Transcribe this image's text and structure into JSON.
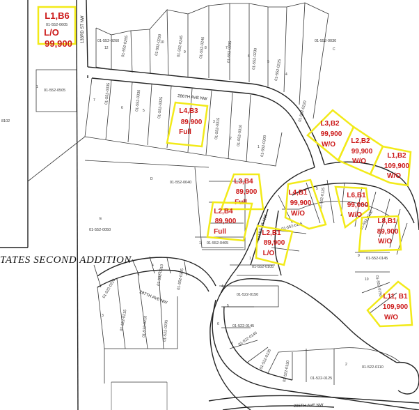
{
  "colors": {
    "highlight_box": "#f2ea18",
    "highlight_text": "#cc1a1a",
    "line": "#222222"
  },
  "streets": {
    "s133": "133RD ST NW",
    "ave286_north": "286TH AVE NW",
    "s131": "131ST ST NW",
    "ave287": "287TH AVE NW",
    "ave286_south": "286TH AVE NW"
  },
  "subdivision_label": "TATES SECOND ADDITION",
  "parcels": {
    "p0605": "01-552-0605",
    "p0260": "01-552-0260",
    "p0255": "01-552-0255",
    "p0250": "01-552-0250",
    "p0245": "01-552-0245",
    "p0240": "01-552-0240",
    "p0235": "01-552-0235",
    "p0230": "01-552-0230",
    "p0225": "01-552-0225",
    "p0030": "01-552-0030",
    "p0505": "01-552-0505",
    "p0335": "01-552-0335",
    "p0330": "01-552-0330",
    "p0325": "01-552-0325",
    "p0315": "01-552-0315",
    "p0310": "01-552-0310",
    "p0300": "01-552-0300",
    "p0220": "01-552-0220",
    "p0040": "01-552-0040",
    "p0050": "01-552-0050",
    "p0405": "01-552-0405",
    "p0105": "01-552-0105",
    "p0115": "01-552-0115",
    "p0125": "01-552-0125",
    "p0130": "01-552-0130",
    "p0145": "01-552-0145",
    "p0150": "01-552-0150",
    "p0310b": "01-552-0310",
    "p0305": "01-552-0305",
    "p0215": "01-522-0215",
    "p0220b": "01-522-0220",
    "p0210": "01-522-0210",
    "p0205": "01-522-0205",
    "p0145b": "01-522-0145",
    "p0140": "01-522-0140",
    "p0135": "01-522-0135",
    "p0130b": "01-522-0130",
    "p0125b": "01-522-0125",
    "p0110": "01-522-0110",
    "p0150b": "01-522-0150",
    "p8102": "8102"
  },
  "lot_numbers": {
    "n12": "12",
    "n11": "11",
    "n10": "10",
    "n9": "9",
    "n8": "8",
    "n7": "7",
    "n6": "6",
    "n5": "5",
    "n4": "4",
    "n3": "3",
    "n2": "2",
    "n1": "1",
    "nC": "C",
    "nD": "D",
    "nE": "E"
  },
  "listings": [
    {
      "lot": "L1,B6",
      "price": "99,900",
      "status": "L/O"
    },
    {
      "lot": "L4,B3",
      "price": "89,900",
      "status": "Full"
    },
    {
      "lot": "L3,B2",
      "price": "99,900",
      "status": "W/O"
    },
    {
      "lot": "L2,B2",
      "price": "99,900",
      "status": "W/O"
    },
    {
      "lot": "L1,B2",
      "price": "109,900",
      "status": "W/O"
    },
    {
      "lot": "L3,B4",
      "price": "89,900",
      "status": "Full"
    },
    {
      "lot": "L2,B4",
      "price": "89,900",
      "status": "Full"
    },
    {
      "lot": "L4,B1",
      "price": "99,900",
      "status": "W/O"
    },
    {
      "lot": "L6,B1",
      "price": "99,000",
      "status": "W/O"
    },
    {
      "lot": "L2,B1",
      "price": "89,900",
      "status": "L/O"
    },
    {
      "lot": "L8,B1",
      "price": "89,900",
      "status": "W/O"
    },
    {
      "lot": "L11, B1",
      "price": "109,900",
      "status": "W/O"
    }
  ]
}
